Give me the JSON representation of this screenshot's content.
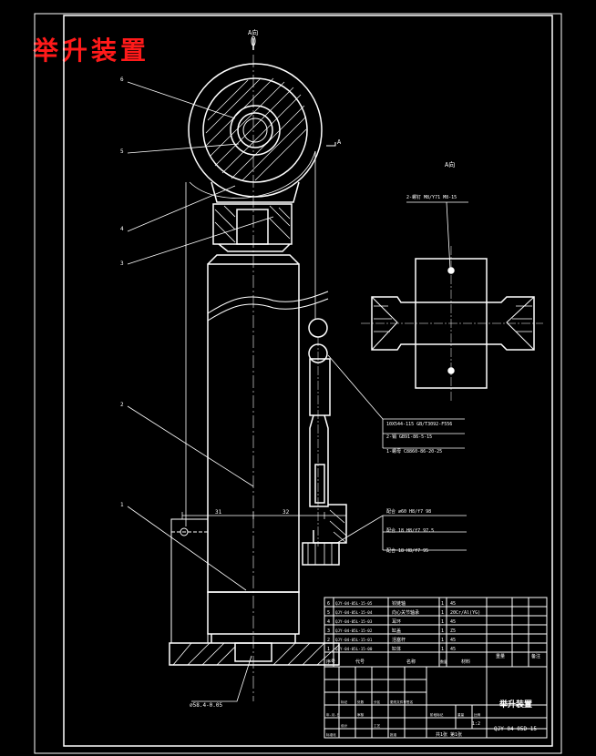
{
  "header": {
    "title": "举升装置"
  },
  "views": {
    "top_label": "A向",
    "right_label": "A向",
    "side_marker": "A"
  },
  "callouts": {
    "bolt_spec": "2-螺钉 M8/Y71  M8-15",
    "pin_spec": "10X544-115 GB/T3092-F556",
    "nut_spec": "2-销 GB91-86-5-15",
    "washer_spec": "1-螺母 C8860-86-20-25",
    "fit_a": "配合 ∅60 H8/f7 98",
    "fit_b": "配合 18 H8/f7 97.5",
    "fit_c": "配合 18 H8/f7 95",
    "bottom_note": "∅58.4-0.05"
  },
  "dimensions": {
    "left": "31",
    "right": "32"
  },
  "leaders": [
    "6",
    "5",
    "4",
    "3",
    "2",
    "1"
  ],
  "bom": {
    "rows": [
      {
        "no": "6",
        "code": "QJY-04-05L-15-05",
        "name": "铰链轴",
        "qty": "1",
        "material": "45"
      },
      {
        "no": "5",
        "code": "QJY-04-05L-15-04",
        "name": "向心关节轴承",
        "qty": "1",
        "material": "20Cr/Al(YG)"
      },
      {
        "no": "4",
        "code": "QJY-04-05L-15-03",
        "name": "耳环",
        "qty": "1",
        "material": "45"
      },
      {
        "no": "3",
        "code": "QJY-04-05L-15-02",
        "name": "缸盖",
        "qty": "1",
        "material": "Z5"
      },
      {
        "no": "2",
        "code": "QJY-04-05L-15-01",
        "name": "活塞杆",
        "qty": "1",
        "material": "45"
      },
      {
        "no": "1",
        "code": "QJY-04-05L-15-00",
        "name": "缸体",
        "qty": "1",
        "material": "45"
      }
    ],
    "header": {
      "no": "序号",
      "code": "代号",
      "name": "名称",
      "qty": "数量",
      "material": "材料",
      "weight": "重量",
      "remark": "备注"
    }
  },
  "title_block": {
    "name": "举升装置",
    "drawing_no": "QJY-04-05D-15",
    "scale": "1:2",
    "sheet": "共1张 第1张",
    "labels": [
      "标记",
      "处数",
      "分区",
      "更改文件号",
      "签名",
      "年.月.日",
      "设计",
      "标准化",
      "审核",
      "工艺",
      "批准",
      "阶段标记",
      "重量",
      "比例"
    ]
  }
}
